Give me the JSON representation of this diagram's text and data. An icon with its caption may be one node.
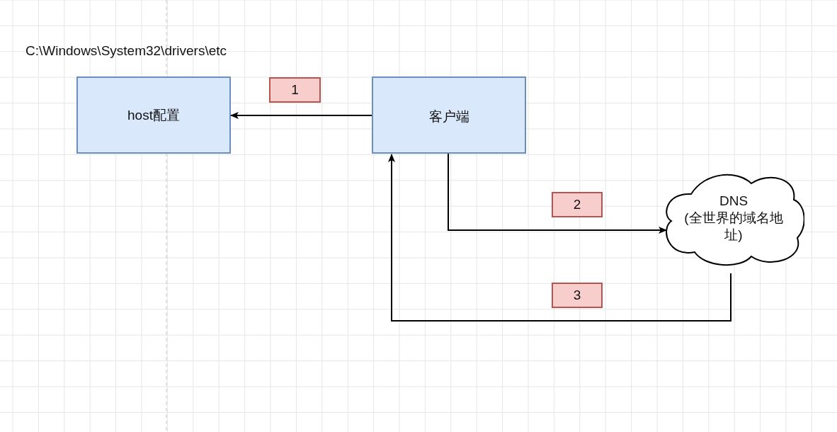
{
  "diagram": {
    "nodes": [
      {
        "text": [
          "host配置"
        ]
      },
      {
        "text": [
          "客户端"
        ]
      },
      {
        "text": [
          "DNS",
          "(全世界的域名地址)"
        ]
      },
      {
        "text": [
          "1"
        ]
      },
      {
        "text": [
          "2"
        ]
      },
      {
        "text": [
          "3"
        ]
      }
    ],
    "edges": [
      {
        "from": 1,
        "to": 0,
        "arrow": "to"
      },
      {
        "from": 1,
        "to": 2,
        "arrow": "to"
      },
      {
        "from": 2,
        "to": 1,
        "arrow": "to"
      }
    ],
    "labels": [
      "C:\\Windows\\System32\\drivers\\etc"
    ]
  }
}
